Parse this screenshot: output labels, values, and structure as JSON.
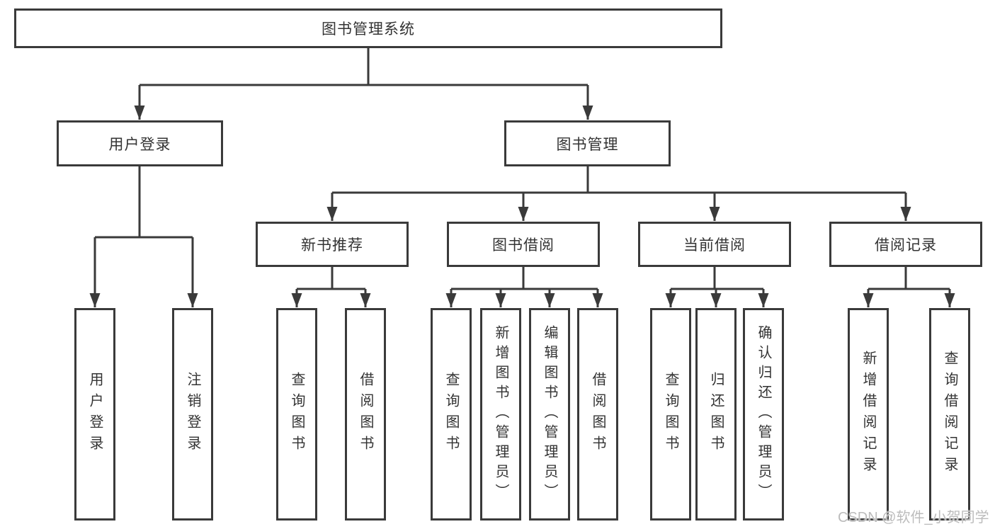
{
  "diagram": {
    "root": {
      "label": "图书管理系统"
    },
    "level2": [
      {
        "label": "用户登录"
      },
      {
        "label": "图书管理"
      }
    ],
    "level3": [
      {
        "label": "新书推荐",
        "parent": "图书管理"
      },
      {
        "label": "图书借阅",
        "parent": "图书管理"
      },
      {
        "label": "当前借阅",
        "parent": "图书管理"
      },
      {
        "label": "借阅记录",
        "parent": "图书管理"
      }
    ],
    "leaves": [
      {
        "label": "用户登录",
        "parent": "用户登录"
      },
      {
        "label": "注销登录",
        "parent": "用户登录"
      },
      {
        "label": "查询图书",
        "parent": "新书推荐"
      },
      {
        "label": "借阅图书",
        "parent": "新书推荐"
      },
      {
        "label": "查询图书",
        "parent": "图书借阅"
      },
      {
        "label": "新增图书（管理员）",
        "parent": "图书借阅"
      },
      {
        "label": "编辑图书（管理员）",
        "parent": "图书借阅"
      },
      {
        "label": "借阅图书",
        "parent": "图书借阅"
      },
      {
        "label": "查询图书",
        "parent": "当前借阅"
      },
      {
        "label": "归还图书",
        "parent": "当前借阅"
      },
      {
        "label": "确认归还（管理员）",
        "parent": "当前借阅"
      },
      {
        "label": "新增借阅记录",
        "parent": "借阅记录"
      },
      {
        "label": "查询借阅记录",
        "parent": "借阅记录"
      }
    ]
  },
  "colors": {
    "line": "#3a3a3a",
    "text": "#333333",
    "background": "#ffffff",
    "watermark": "#bcbcbc"
  },
  "watermark": "CSDN @软件_小贺同学"
}
